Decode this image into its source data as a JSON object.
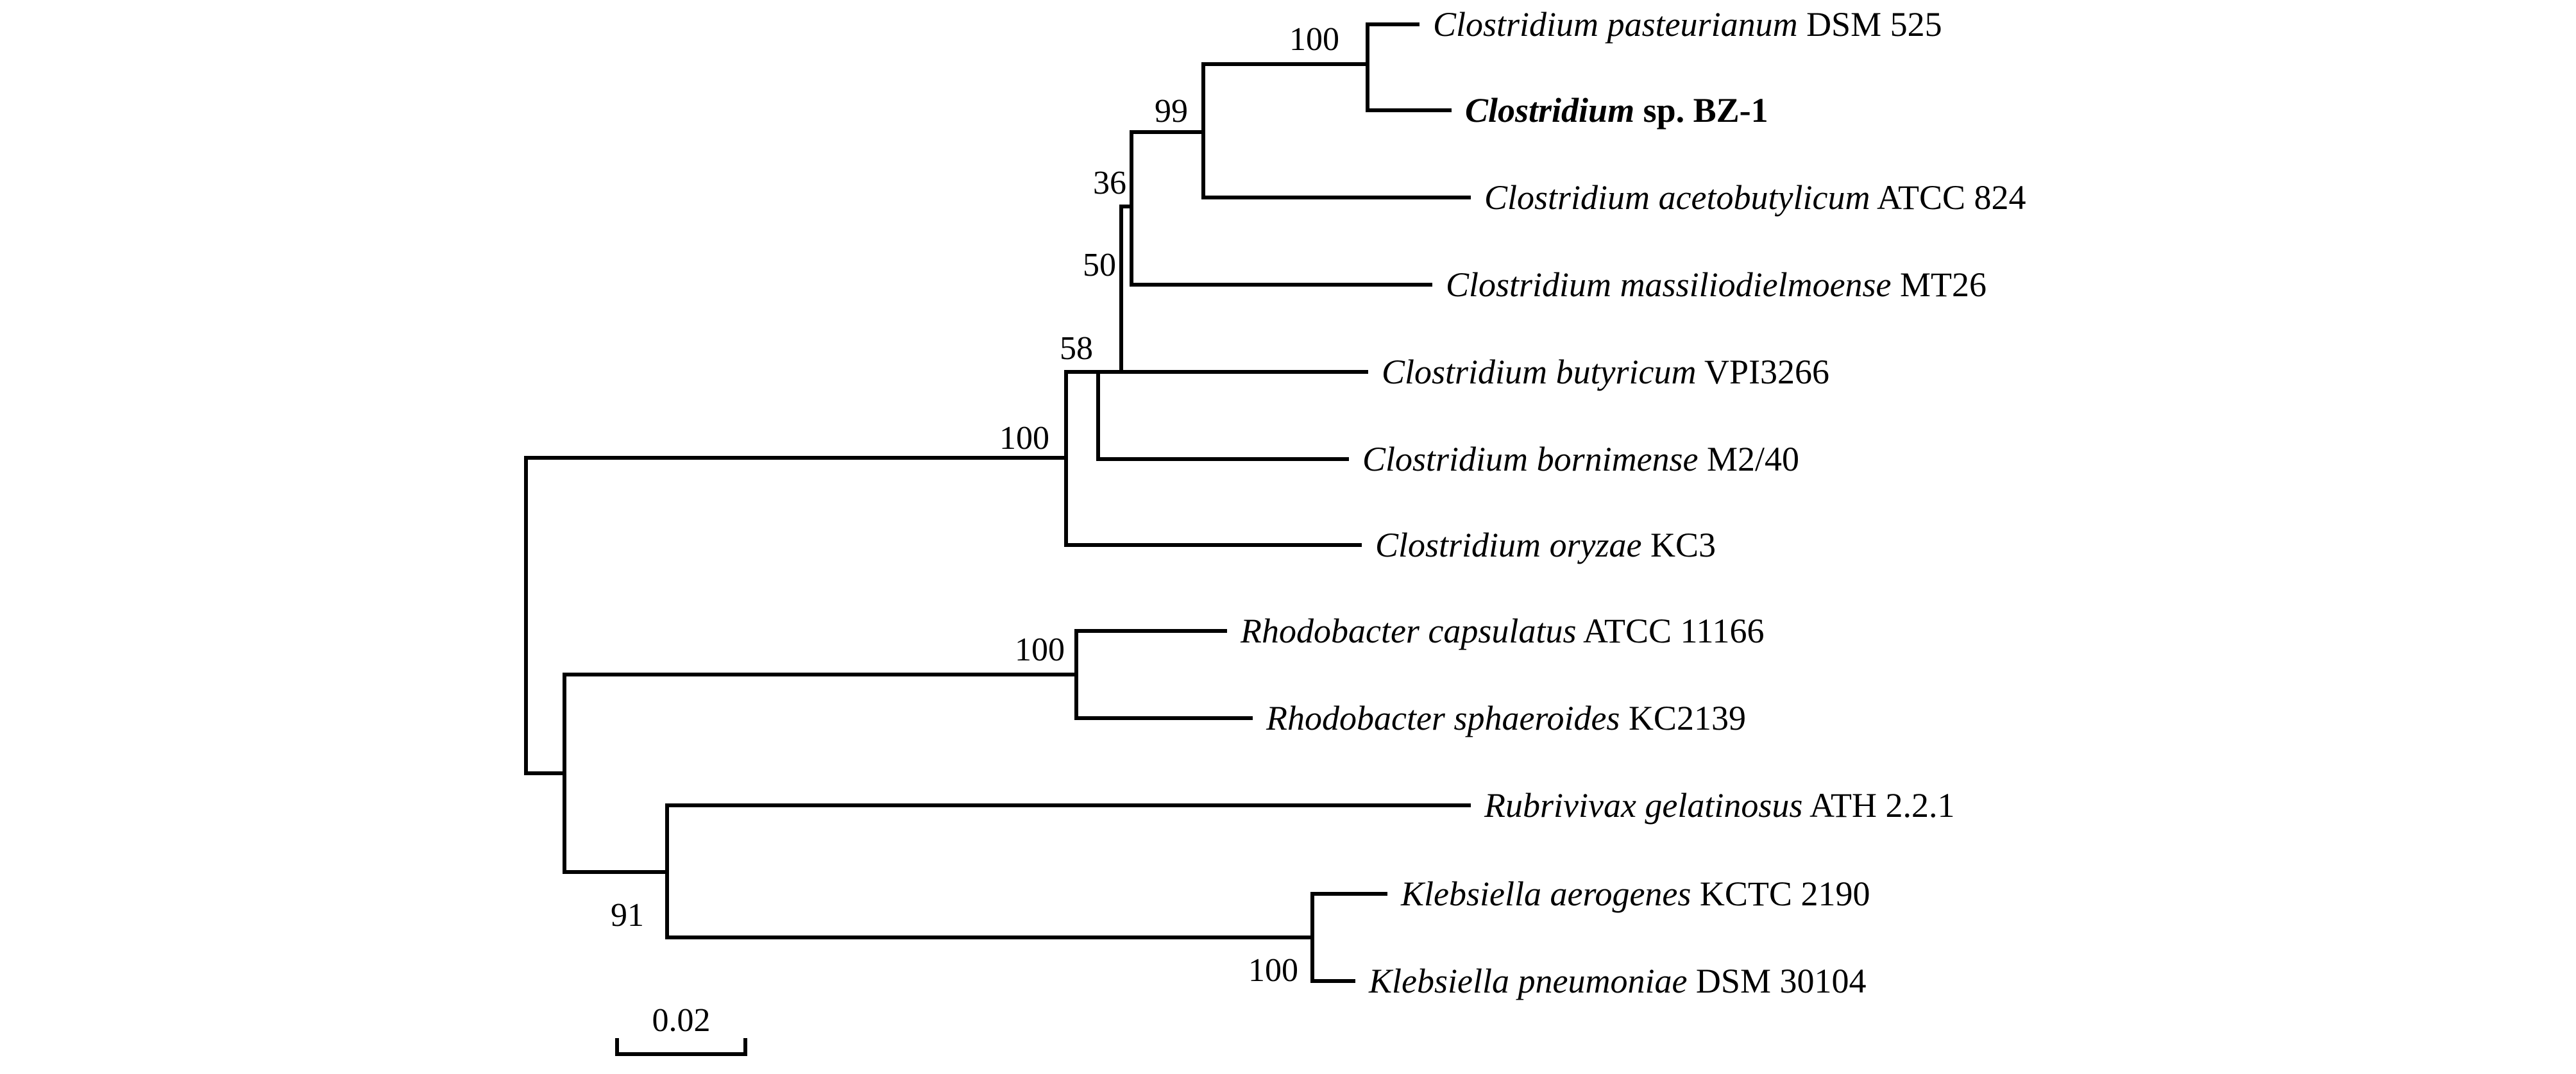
{
  "tree": {
    "taxa": [
      {
        "id": "c_past",
        "genus": "Clostridium",
        "rest": " DSM 525",
        "species_italic": "pasteurianum",
        "highlight": false
      },
      {
        "id": "c_bz1",
        "genus": "Clostridium",
        "rest": " sp. BZ-1",
        "species_italic": "",
        "highlight": true
      },
      {
        "id": "c_acet",
        "genus": "Clostridium",
        "rest": " ATCC 824",
        "species_italic": "acetobutylicum",
        "highlight": false
      },
      {
        "id": "c_mass",
        "genus": "Clostridium",
        "rest": " MT26",
        "species_italic": "massiliodielmoense",
        "highlight": false
      },
      {
        "id": "c_buty",
        "genus": "Clostridium",
        "rest": " VPI3266",
        "species_italic": "butyricum",
        "highlight": false
      },
      {
        "id": "c_born",
        "genus": "Clostridium",
        "rest": " M2/40",
        "species_italic": "bornimense",
        "highlight": false
      },
      {
        "id": "c_oryz",
        "genus": "Clostridium",
        "rest": " KC3",
        "species_italic": "oryzae",
        "highlight": false
      },
      {
        "id": "r_caps",
        "genus": "Rhodobacter",
        "rest": " ATCC 11166",
        "species_italic": "capsulatus",
        "highlight": false
      },
      {
        "id": "r_spha",
        "genus": "Rhodobacter",
        "rest": " KC2139",
        "species_italic": "sphaeroides",
        "highlight": false
      },
      {
        "id": "rv_gel",
        "genus": "Rubrivivax",
        "rest": " ATH 2.2.1",
        "species_italic": "gelatinosus",
        "highlight": false
      },
      {
        "id": "k_aero",
        "genus": "Klebsiella",
        "rest": " KCTC 2190",
        "species_italic": "aerogenes",
        "highlight": false
      },
      {
        "id": "k_pneu",
        "genus": "Klebsiella",
        "rest": " DSM 30104",
        "species_italic": "pneumoniae",
        "highlight": false
      }
    ],
    "bootstrap": {
      "n_past_bz1": "100",
      "n_acet_clade": "99",
      "n_mass_clade": "36",
      "n_buty_clade": "50",
      "n_born_clade": "58",
      "n_clostridium": "100",
      "n_rhodobacter": "100",
      "n_rub_kleb": "91",
      "n_klebsiella": "100"
    },
    "scale_bar": {
      "label": "0.02",
      "value": 0.02
    }
  }
}
